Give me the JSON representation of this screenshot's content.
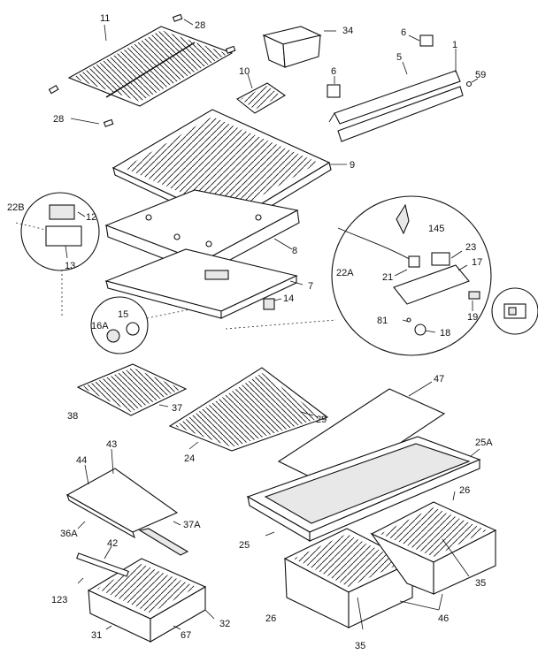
{
  "diagram": {
    "labels": {
      "l11": "11",
      "l28a": "28",
      "l34": "34",
      "l6a": "6",
      "l1": "1",
      "l5": "5",
      "l59": "59",
      "l10": "10",
      "l6b": "6",
      "l28b": "28",
      "l9": "9",
      "l22b": "22B",
      "l12": "12",
      "l13": "13",
      "l8": "8",
      "l7": "7",
      "l14": "14",
      "l15": "15",
      "l16a": "16A",
      "l145": "145",
      "l22a": "22A",
      "l23": "23",
      "l17": "17",
      "l21": "21",
      "l19": "19",
      "l81": "81",
      "l18": "18",
      "l47": "47",
      "l38": "38",
      "l37": "37",
      "l29": "29",
      "l24": "24",
      "l25a": "25A",
      "l43": "43",
      "l44": "44",
      "l26a": "26",
      "l36a": "36A",
      "l37a": "37A",
      "l25": "25",
      "l35a": "35",
      "l42": "42",
      "l123": "123",
      "l32": "32",
      "l31": "31",
      "l67": "67",
      "l26b": "26",
      "l46": "46",
      "l35b": "35"
    }
  }
}
